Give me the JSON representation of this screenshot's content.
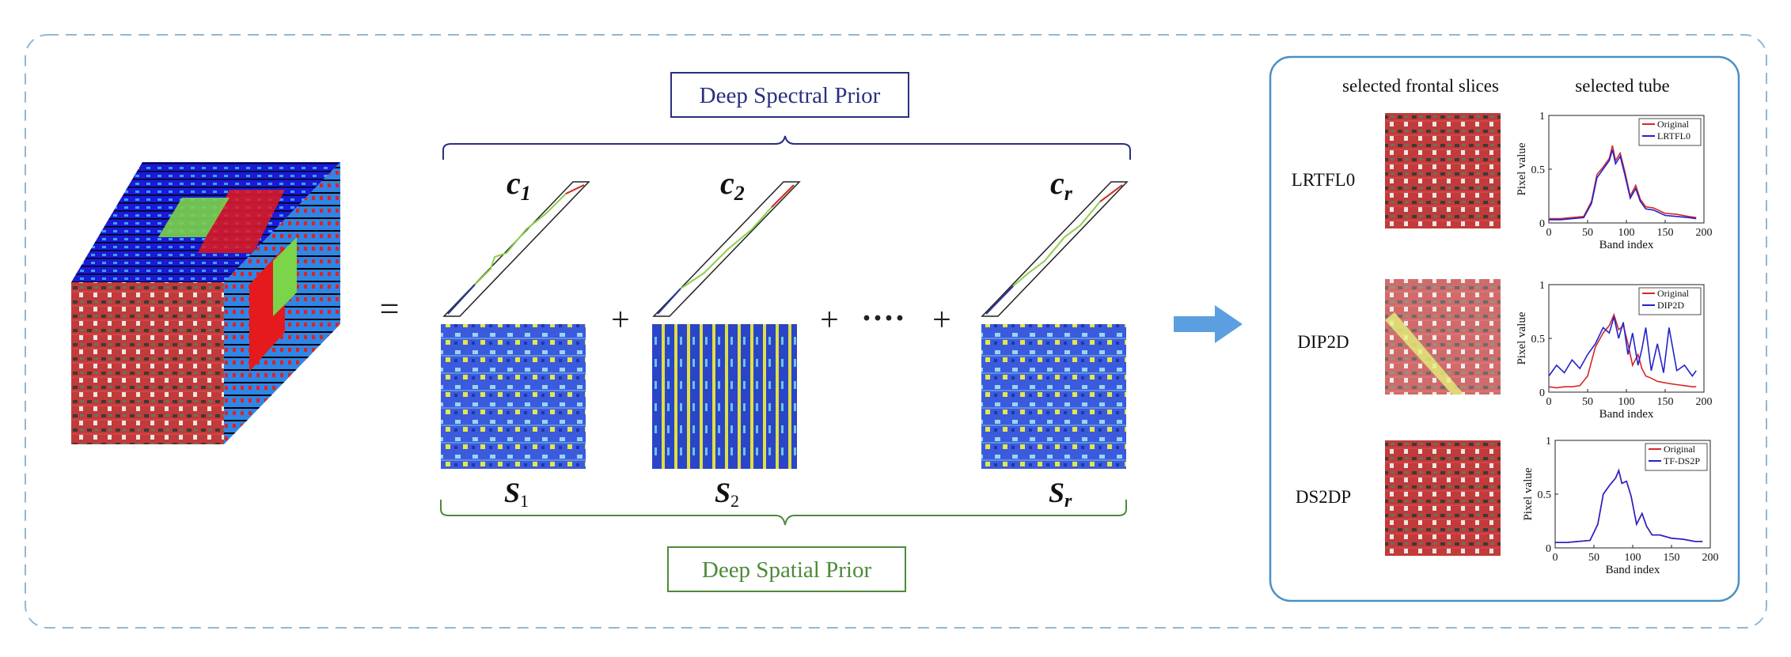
{
  "spectral_prior_label": "Deep Spectral Prior",
  "spatial_prior_label": "Deep Spatial Prior",
  "symbols": {
    "c": "c",
    "s": "S",
    "sub1": "1",
    "sub2": "2",
    "subr": "r",
    "equals": "=",
    "plus": "+",
    "dots": "····"
  },
  "panel": {
    "header_slices": "selected frontal slices",
    "header_tube": "selected tube",
    "y_label": "Pixel value",
    "x_label": "Band index",
    "rows": [
      {
        "method": "LRTFL0",
        "legend": [
          "Original",
          "LRTFL0"
        ]
      },
      {
        "method": "DIP2D",
        "legend": [
          "Original",
          "DIP2D"
        ]
      },
      {
        "method": "DS2DP",
        "legend": [
          "Original",
          "TF-DS2P"
        ]
      }
    ]
  },
  "chart_data": [
    {
      "type": "line",
      "xlabel": "Band index",
      "ylabel": "Pixel value",
      "xlim": [
        0,
        200
      ],
      "ylim": [
        0,
        1
      ],
      "xticks": [
        0,
        50,
        100,
        150,
        200
      ],
      "yticks": [
        0,
        0.5,
        1
      ],
      "x": [
        0,
        15,
        30,
        45,
        55,
        62,
        70,
        78,
        82,
        86,
        92,
        98,
        105,
        112,
        118,
        125,
        135,
        150,
        165,
        180,
        190
      ],
      "series": [
        {
          "name": "Original",
          "color": "#d62728",
          "values": [
            0.04,
            0.04,
            0.05,
            0.06,
            0.2,
            0.45,
            0.52,
            0.6,
            0.72,
            0.58,
            0.65,
            0.48,
            0.25,
            0.35,
            0.22,
            0.15,
            0.14,
            0.09,
            0.08,
            0.06,
            0.05
          ]
        },
        {
          "name": "LRTFL0",
          "color": "#2222cc",
          "values": [
            0.03,
            0.03,
            0.04,
            0.05,
            0.18,
            0.42,
            0.5,
            0.58,
            0.68,
            0.55,
            0.62,
            0.45,
            0.23,
            0.32,
            0.2,
            0.13,
            0.12,
            0.07,
            0.06,
            0.05,
            0.04
          ]
        }
      ]
    },
    {
      "type": "line",
      "xlabel": "Band index",
      "ylabel": "Pixel value",
      "xlim": [
        0,
        200
      ],
      "ylim": [
        0,
        1
      ],
      "xticks": [
        0,
        50,
        100,
        150,
        200
      ],
      "yticks": [
        0,
        0.5,
        1
      ],
      "x": [
        0,
        10,
        20,
        30,
        40,
        50,
        60,
        70,
        78,
        84,
        90,
        96,
        102,
        108,
        115,
        120,
        125,
        132,
        140,
        148,
        155,
        165,
        175,
        185,
        190
      ],
      "series": [
        {
          "name": "Original",
          "color": "#d62728",
          "values": [
            0.05,
            0.04,
            0.05,
            0.05,
            0.06,
            0.15,
            0.42,
            0.55,
            0.62,
            0.72,
            0.58,
            0.62,
            0.45,
            0.25,
            0.35,
            0.22,
            0.15,
            0.13,
            0.1,
            0.09,
            0.08,
            0.07,
            0.06,
            0.05,
            0.05
          ]
        },
        {
          "name": "DIP2D",
          "color": "#2222cc",
          "values": [
            0.15,
            0.25,
            0.18,
            0.3,
            0.22,
            0.35,
            0.45,
            0.6,
            0.55,
            0.7,
            0.5,
            0.65,
            0.35,
            0.55,
            0.25,
            0.4,
            0.6,
            0.2,
            0.45,
            0.18,
            0.6,
            0.2,
            0.25,
            0.15,
            0.2
          ]
        }
      ]
    },
    {
      "type": "line",
      "xlabel": "Band index",
      "ylabel": "Pixel value",
      "xlim": [
        0,
        200
      ],
      "ylim": [
        0,
        1
      ],
      "xticks": [
        0,
        50,
        100,
        150,
        200
      ],
      "yticks": [
        0,
        0.5,
        1
      ],
      "x": [
        0,
        15,
        30,
        45,
        55,
        62,
        70,
        78,
        82,
        86,
        92,
        98,
        105,
        112,
        118,
        125,
        135,
        150,
        165,
        180,
        190
      ],
      "series": [
        {
          "name": "Original",
          "color": "#d62728",
          "values": [
            0.05,
            0.05,
            0.06,
            0.07,
            0.22,
            0.5,
            0.58,
            0.65,
            0.72,
            0.6,
            0.62,
            0.48,
            0.22,
            0.32,
            0.2,
            0.12,
            0.12,
            0.09,
            0.08,
            0.06,
            0.06
          ]
        },
        {
          "name": "TF-DS2P",
          "color": "#2222cc",
          "values": [
            0.05,
            0.05,
            0.06,
            0.07,
            0.22,
            0.5,
            0.58,
            0.65,
            0.72,
            0.6,
            0.62,
            0.48,
            0.22,
            0.32,
            0.2,
            0.12,
            0.12,
            0.09,
            0.08,
            0.06,
            0.06
          ]
        }
      ]
    }
  ],
  "colors": {
    "outer_border": "#8fb8d6",
    "panel_border": "#4a90c4",
    "spectral": "#2a2f80",
    "spatial": "#4d8a3a",
    "arrow": "#5b9fe0"
  }
}
